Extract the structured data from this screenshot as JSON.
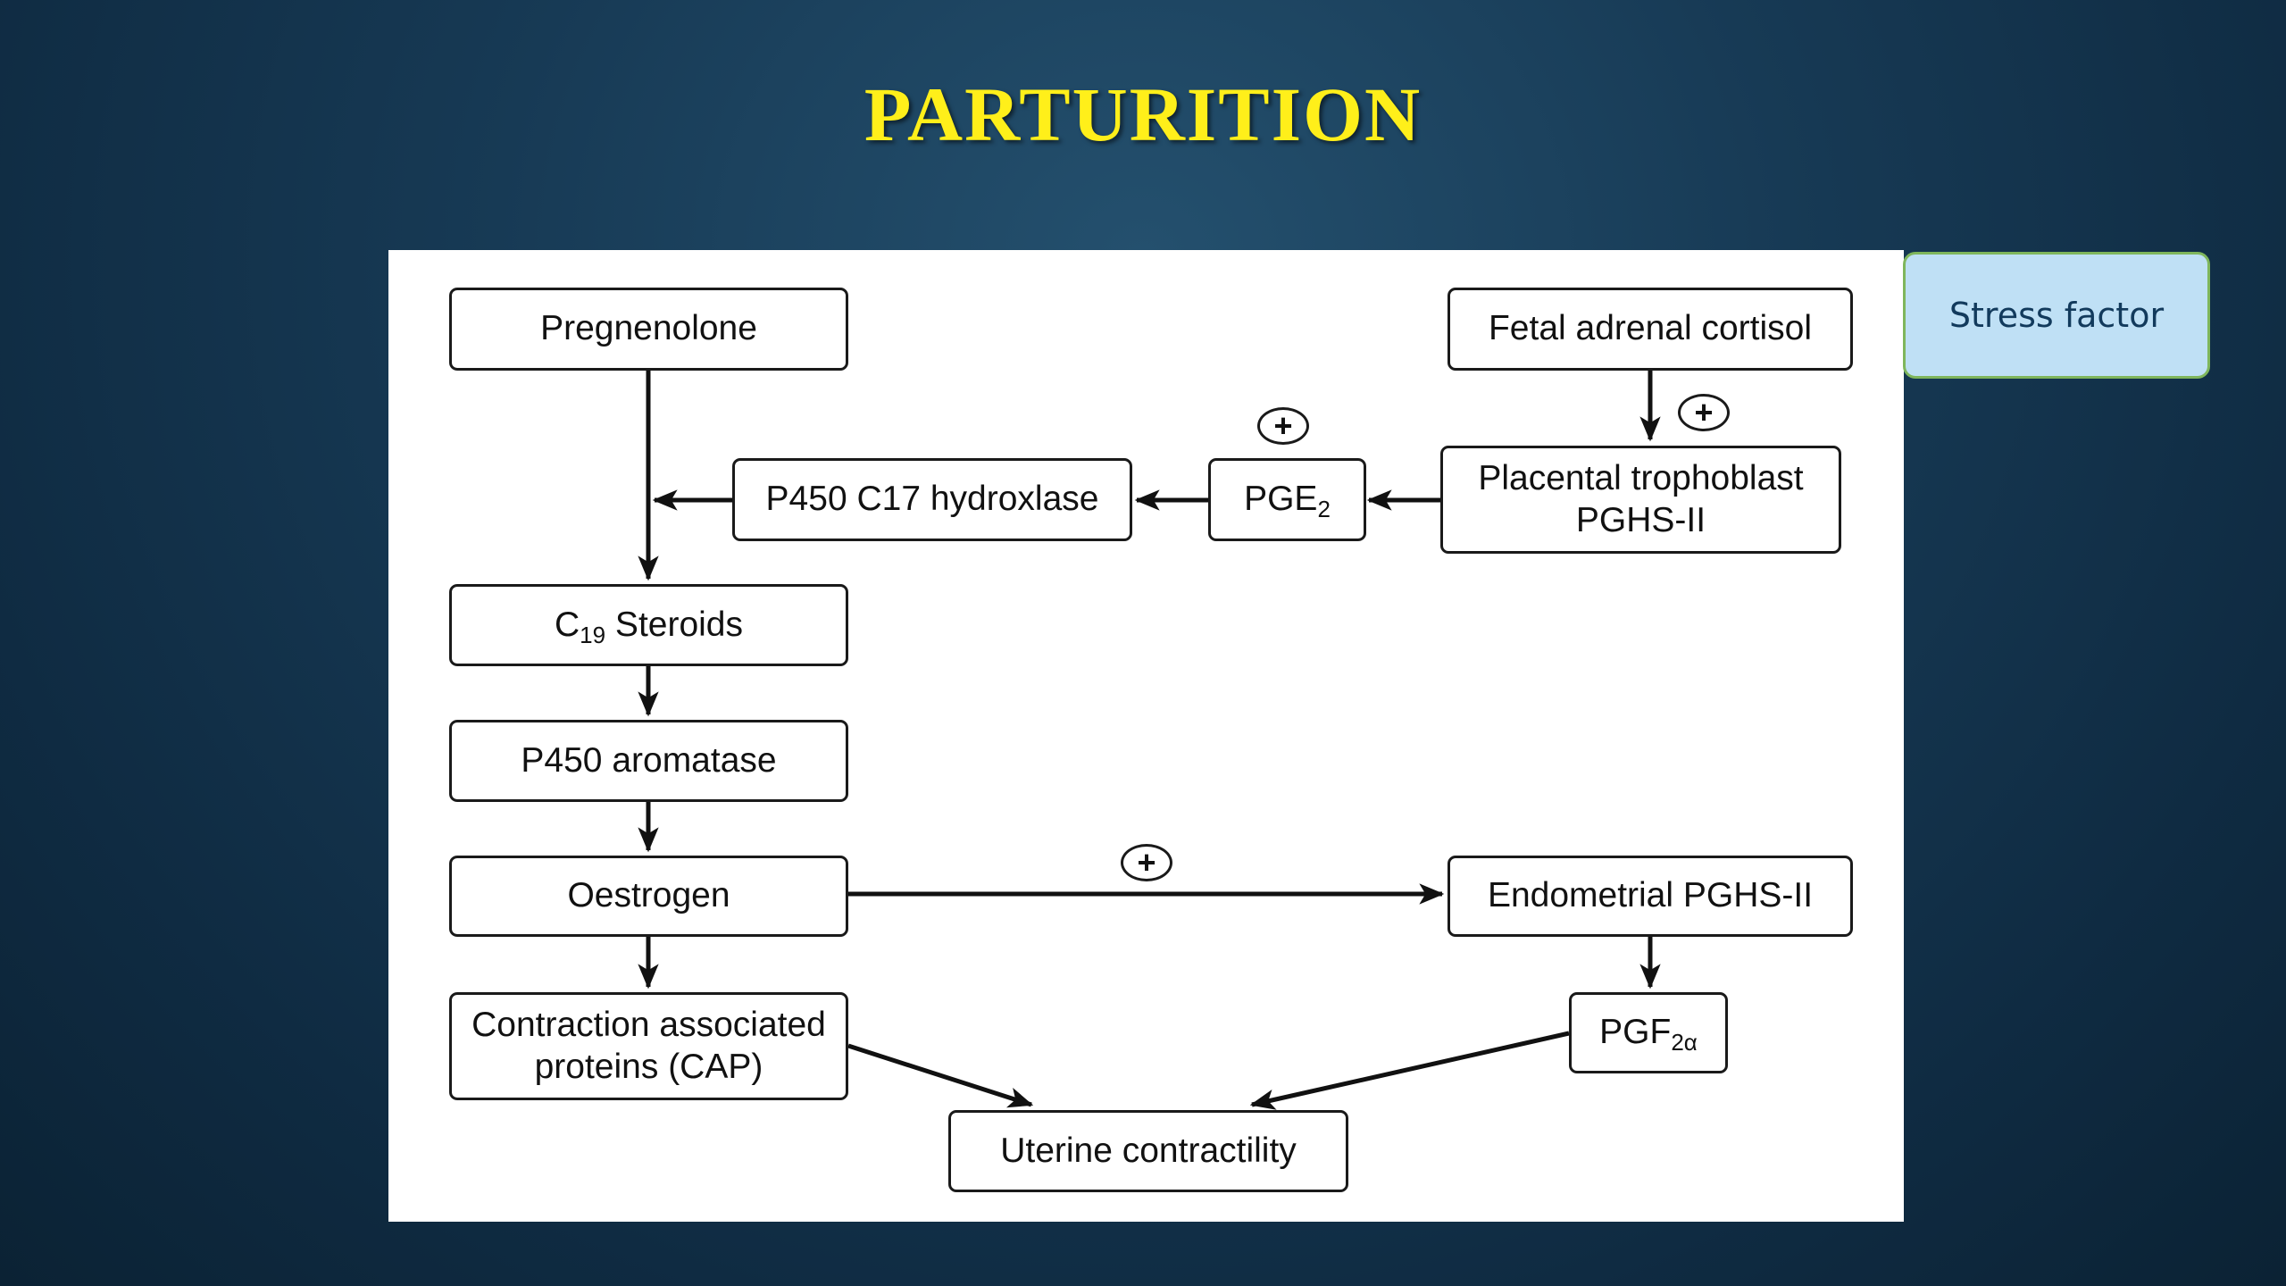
{
  "slide": {
    "title": "PARTURITION",
    "callout": "Stress factor"
  },
  "diagram": {
    "nodes": {
      "pregnenolone": "Pregnenolone",
      "fetal_cortisol": "Fetal adrenal cortisol",
      "p450_c17": "P450 C17 hydroxlase",
      "pge2": {
        "base": "PGE",
        "sub": "2"
      },
      "placental": {
        "line1": "Placental trophoblast",
        "line2": "PGHS-II"
      },
      "c19": {
        "base": "C",
        "sub": "19",
        "rest": " Steroids"
      },
      "aromatase": "P450 aromatase",
      "oestrogen": "Oestrogen",
      "endometrial": "Endometrial PGHS-II",
      "cap": {
        "line1": "Contraction associated",
        "line2": "proteins (CAP)"
      },
      "pgf2a": {
        "base": "PGF",
        "sub": "2α"
      },
      "uterine": "Uterine contractility"
    },
    "plus_sign": "+",
    "edges": [
      [
        "pregnenolone",
        "c19"
      ],
      [
        "fetal_cortisol",
        "placental"
      ],
      [
        "placental",
        "pge2"
      ],
      [
        "pge2",
        "p450_c17"
      ],
      [
        "p450_c17",
        "pregnenolone-c19 line"
      ],
      [
        "c19",
        "aromatase"
      ],
      [
        "aromatase",
        "oestrogen"
      ],
      [
        "oestrogen",
        "endometrial"
      ],
      [
        "oestrogen",
        "cap"
      ],
      [
        "endometrial",
        "pgf2a"
      ],
      [
        "cap",
        "uterine"
      ],
      [
        "pgf2a",
        "uterine"
      ]
    ]
  }
}
